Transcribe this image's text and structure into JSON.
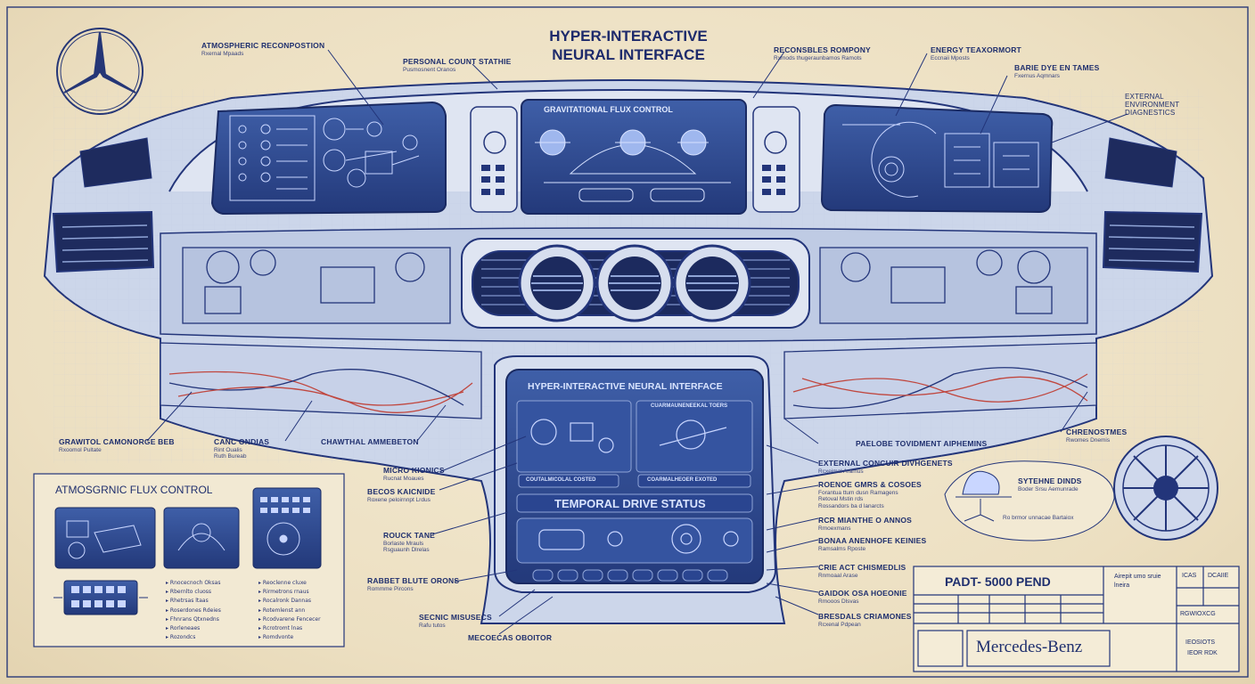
{
  "title": {
    "line1": "HYPER-INTERACTIVE",
    "line2": "NEURAL INTERFACE"
  },
  "labels": {
    "atmos_recomposition": {
      "main": "ATMOSPHERIC RECONPOSTION",
      "sub": "Rxernal Mpaads"
    },
    "personal_comfort": {
      "main": "PERSONAL COUNT STATHIE",
      "sub": "Pusmosnent Oranos"
    },
    "reconsbles_rompony": {
      "main": "RECONSBLES ROMPONY",
      "sub": "Rxmods thugeraunbamos Ramots"
    },
    "energy_reformort": {
      "main": "ENERGY TEAXORMORT",
      "sub": "Eccnaii Mposts"
    },
    "barie_dye": {
      "main": "BARIE DYE EN TAMES",
      "sub": "Fxernus Aqmnars"
    },
    "external_env": {
      "line1": "EXTERNAL",
      "line2": "ENVIRONMENT",
      "line3": "DIAGNESTICS"
    },
    "grawitol_camonorge": {
      "main": "GRAWITOL CAMONORGE BEB",
      "sub": "Rxoomol Pultate"
    },
    "canc_ondias": {
      "main": "CANC ONDIAS",
      "sub": "Rint Oualis",
      "sub2": "Ruth Bureab"
    },
    "chawthal_ambepton": {
      "main": "CHAWTHAL AMMEBETON"
    },
    "paelobe_tovidment": {
      "main": "PAELOBE TOVIDMENT AIPHEMINS"
    },
    "chrenosmes": {
      "main": "CHRENOSTMES",
      "sub": "Rwomes Dnemis"
    },
    "micro_kionics": {
      "main": "MICRO KIONICS",
      "sub": "Rucnat Moaues"
    },
    "becos_kaicnude": {
      "main": "BECOS KAICNIDE",
      "sub": "Roxene peloirnnpt Lrdus"
    },
    "external_concuir": {
      "main": "EXTERNAL CONCUIR DIVHGENETS",
      "sub": "Rcxeimal Aramus"
    },
    "roenoe_gmrs": {
      "main": "ROENOE GMRS & COSOES",
      "sub": "Forantua ttum dusn Ramagens",
      "sub2": "Retoval Mstin rds",
      "sub3": "Rossandors ba d lanarcts"
    },
    "rcr_manthe": {
      "main": "RCR MIANTHE O ANNOS",
      "sub": "Rmoexmans"
    },
    "rouck_tane": {
      "main": "ROUCK TANE",
      "sub": "Borlaste Mrauls",
      "sub2": "Rsguaunh Dlrelas"
    },
    "bonaa_anencheks": {
      "main": "BONAA ANENHOFE KEINIES",
      "sub": "Ramsalms Rposte"
    },
    "rabbet_blute": {
      "main": "RABBET BLUTE ORONS",
      "sub": "Rommme Pircons"
    },
    "crie_chsmeolis": {
      "main": "CRIE ACT CHISMEDLIS",
      "sub": "Rnmoaal Arase"
    },
    "gaidok_osa": {
      "main": "GAIDOK OSA HOEONIE",
      "sub": "Rmooos Dlsvas"
    },
    "secnic_misusecs": {
      "main": "SECNIC MISUSECS",
      "sub": "Rafu tutos"
    },
    "bresdals_criamones": {
      "main": "BRESDALS CRIAMONES",
      "sub": "Rcxenal Pdpean"
    },
    "mecoecas_oboton": {
      "main": "MECOECAS OBOITOR"
    },
    "sytehne_dinds": {
      "main": "SYTEHNE DINDS",
      "sub": "Boder Srsu Aemunrade",
      "sub2": "Ro brmor unnacae Bartaiox"
    }
  },
  "screens": {
    "gravitational": "GRAVITATIONAL FLUX CONTROL",
    "console_title": "HYPER-INTERACTIVE NEURAL INTERFACE",
    "console_sub1": "CUARMAUNENEEKAL TOERS",
    "console_sub2": "COUTALMICOLAL COSTED",
    "console_sub3": "COARMALHEOER EXOTED",
    "temporal": "TEMPORAL DRIVE STATUS"
  },
  "left_panel": {
    "title": "ATMOSGRNIC FLUX CONTROL",
    "list_a": [
      "Rnocecnoch Oksas",
      "Rbernlto cluoss",
      "Rhetrsas ltaas",
      "Roserdones Rdeies",
      "Fhnrans Qtxnedns",
      "Rorleneaes",
      "Rozondcs"
    ],
    "list_b": [
      "Reoclenne cluxe",
      "Rirmetrons rnaus",
      "Rocalronk Dannas",
      "Rotemlenst ann",
      "Rcodvarene Fencecer",
      "Rcrotromt lnas",
      "Romdvonte"
    ]
  },
  "title_block": {
    "part": "PADT- 5000 PEND",
    "notes": "Airepit umo sruie\nlneira",
    "cell_a": "ICAS",
    "cell_b": "DCAIIE",
    "cell_c": "RGWIOXCG",
    "brand": "Mercedes-Benz",
    "code1": "IEOSIOTS",
    "code2": "IEOR RDK"
  },
  "colors": {
    "ink": "#1f2f6e",
    "screen": "#2f4b94",
    "paper": "#efe4c9",
    "accent_red": "#c0473f"
  },
  "icons": [
    "mercedes-star-icon",
    "vent-icon",
    "screen-icon",
    "wheel-icon"
  ]
}
